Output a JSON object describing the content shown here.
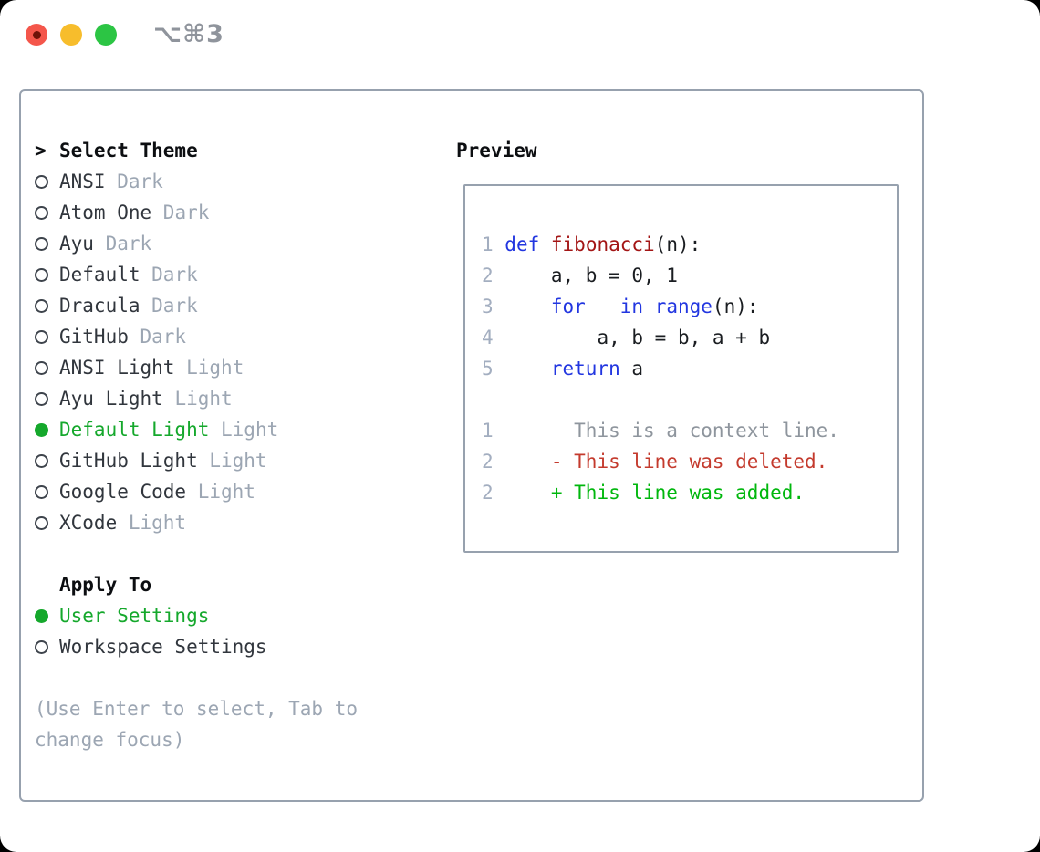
{
  "window": {
    "title": "⌥⌘3",
    "controls": [
      {
        "name": "close",
        "color": "#f4564b"
      },
      {
        "name": "minimize",
        "color": "#f7bd2c"
      },
      {
        "name": "zoom",
        "color": "#2cc544"
      }
    ]
  },
  "theme_picker": {
    "cursor": ">",
    "title": "Select Theme",
    "items": [
      {
        "name": "ANSI",
        "variant": " Dark",
        "selected": false
      },
      {
        "name": "Atom One",
        "variant": " Dark",
        "selected": false
      },
      {
        "name": "Ayu",
        "variant": " Dark",
        "selected": false
      },
      {
        "name": "Default",
        "variant": " Dark",
        "selected": false
      },
      {
        "name": "Dracula",
        "variant": " Dark",
        "selected": false
      },
      {
        "name": "GitHub",
        "variant": " Dark",
        "selected": false
      },
      {
        "name": "ANSI Light",
        "variant": " Light",
        "selected": false
      },
      {
        "name": "Ayu Light",
        "variant": " Light",
        "selected": false
      },
      {
        "name": "Default Light",
        "variant": " Light",
        "selected": true
      },
      {
        "name": "GitHub Light",
        "variant": " Light",
        "selected": false
      },
      {
        "name": "Google Code",
        "variant": " Light",
        "selected": false
      },
      {
        "name": "XCode",
        "variant": " Light",
        "selected": false
      }
    ],
    "apply_to": {
      "title": "Apply To",
      "options": [
        {
          "label": "User Settings",
          "selected": true
        },
        {
          "label": "Workspace Settings",
          "selected": false
        }
      ]
    },
    "help": [
      "(Use Enter to select, Tab to",
      "change focus)"
    ]
  },
  "preview": {
    "title": "Preview",
    "code_lines": [
      [
        {
          "c": "ln",
          "t": "1 "
        },
        {
          "c": "kw",
          "t": "def"
        },
        {
          "c": "pl",
          "t": " "
        },
        {
          "c": "fn",
          "t": "fibonacci"
        },
        {
          "c": "pl",
          "t": "(n):"
        }
      ],
      [
        {
          "c": "ln",
          "t": "2"
        },
        {
          "c": "pl",
          "t": "     a, b = 0, 1"
        }
      ],
      [
        {
          "c": "ln",
          "t": "3"
        },
        {
          "c": "pl",
          "t": "     "
        },
        {
          "c": "kw",
          "t": "for"
        },
        {
          "c": "pl",
          "t": " _ "
        },
        {
          "c": "kw",
          "t": "in"
        },
        {
          "c": "pl",
          "t": " "
        },
        {
          "c": "kw",
          "t": "range"
        },
        {
          "c": "pl",
          "t": "(n):"
        }
      ],
      [
        {
          "c": "ln",
          "t": "4"
        },
        {
          "c": "pl",
          "t": "         a, b = b, a + b"
        }
      ],
      [
        {
          "c": "ln",
          "t": "5"
        },
        {
          "c": "pl",
          "t": "     "
        },
        {
          "c": "kw",
          "t": "return"
        },
        {
          "c": "pl",
          "t": " a"
        }
      ],
      [],
      [
        {
          "c": "ln",
          "t": "1"
        },
        {
          "c": "ctx",
          "t": "       This is a context line."
        }
      ],
      [
        {
          "c": "ln",
          "t": "2"
        },
        {
          "c": "del",
          "t": "     - This line was deleted."
        }
      ],
      [
        {
          "c": "ln",
          "t": "2"
        },
        {
          "c": "add",
          "t": "     + This line was added."
        }
      ]
    ]
  },
  "colors": {
    "accent_green": "#15a82c",
    "diff_added": "#00b70d",
    "diff_deleted": "#c43a2d",
    "keyword_blue": "#2236e0",
    "function_red": "#a31515",
    "line_number": "#a3aec0",
    "context_gray": "#8e959d",
    "muted_gray": "#9ca6b3",
    "border_gray": "#97a1ae",
    "text_dark": "#31363d",
    "heading_black": "#0c0e11"
  }
}
